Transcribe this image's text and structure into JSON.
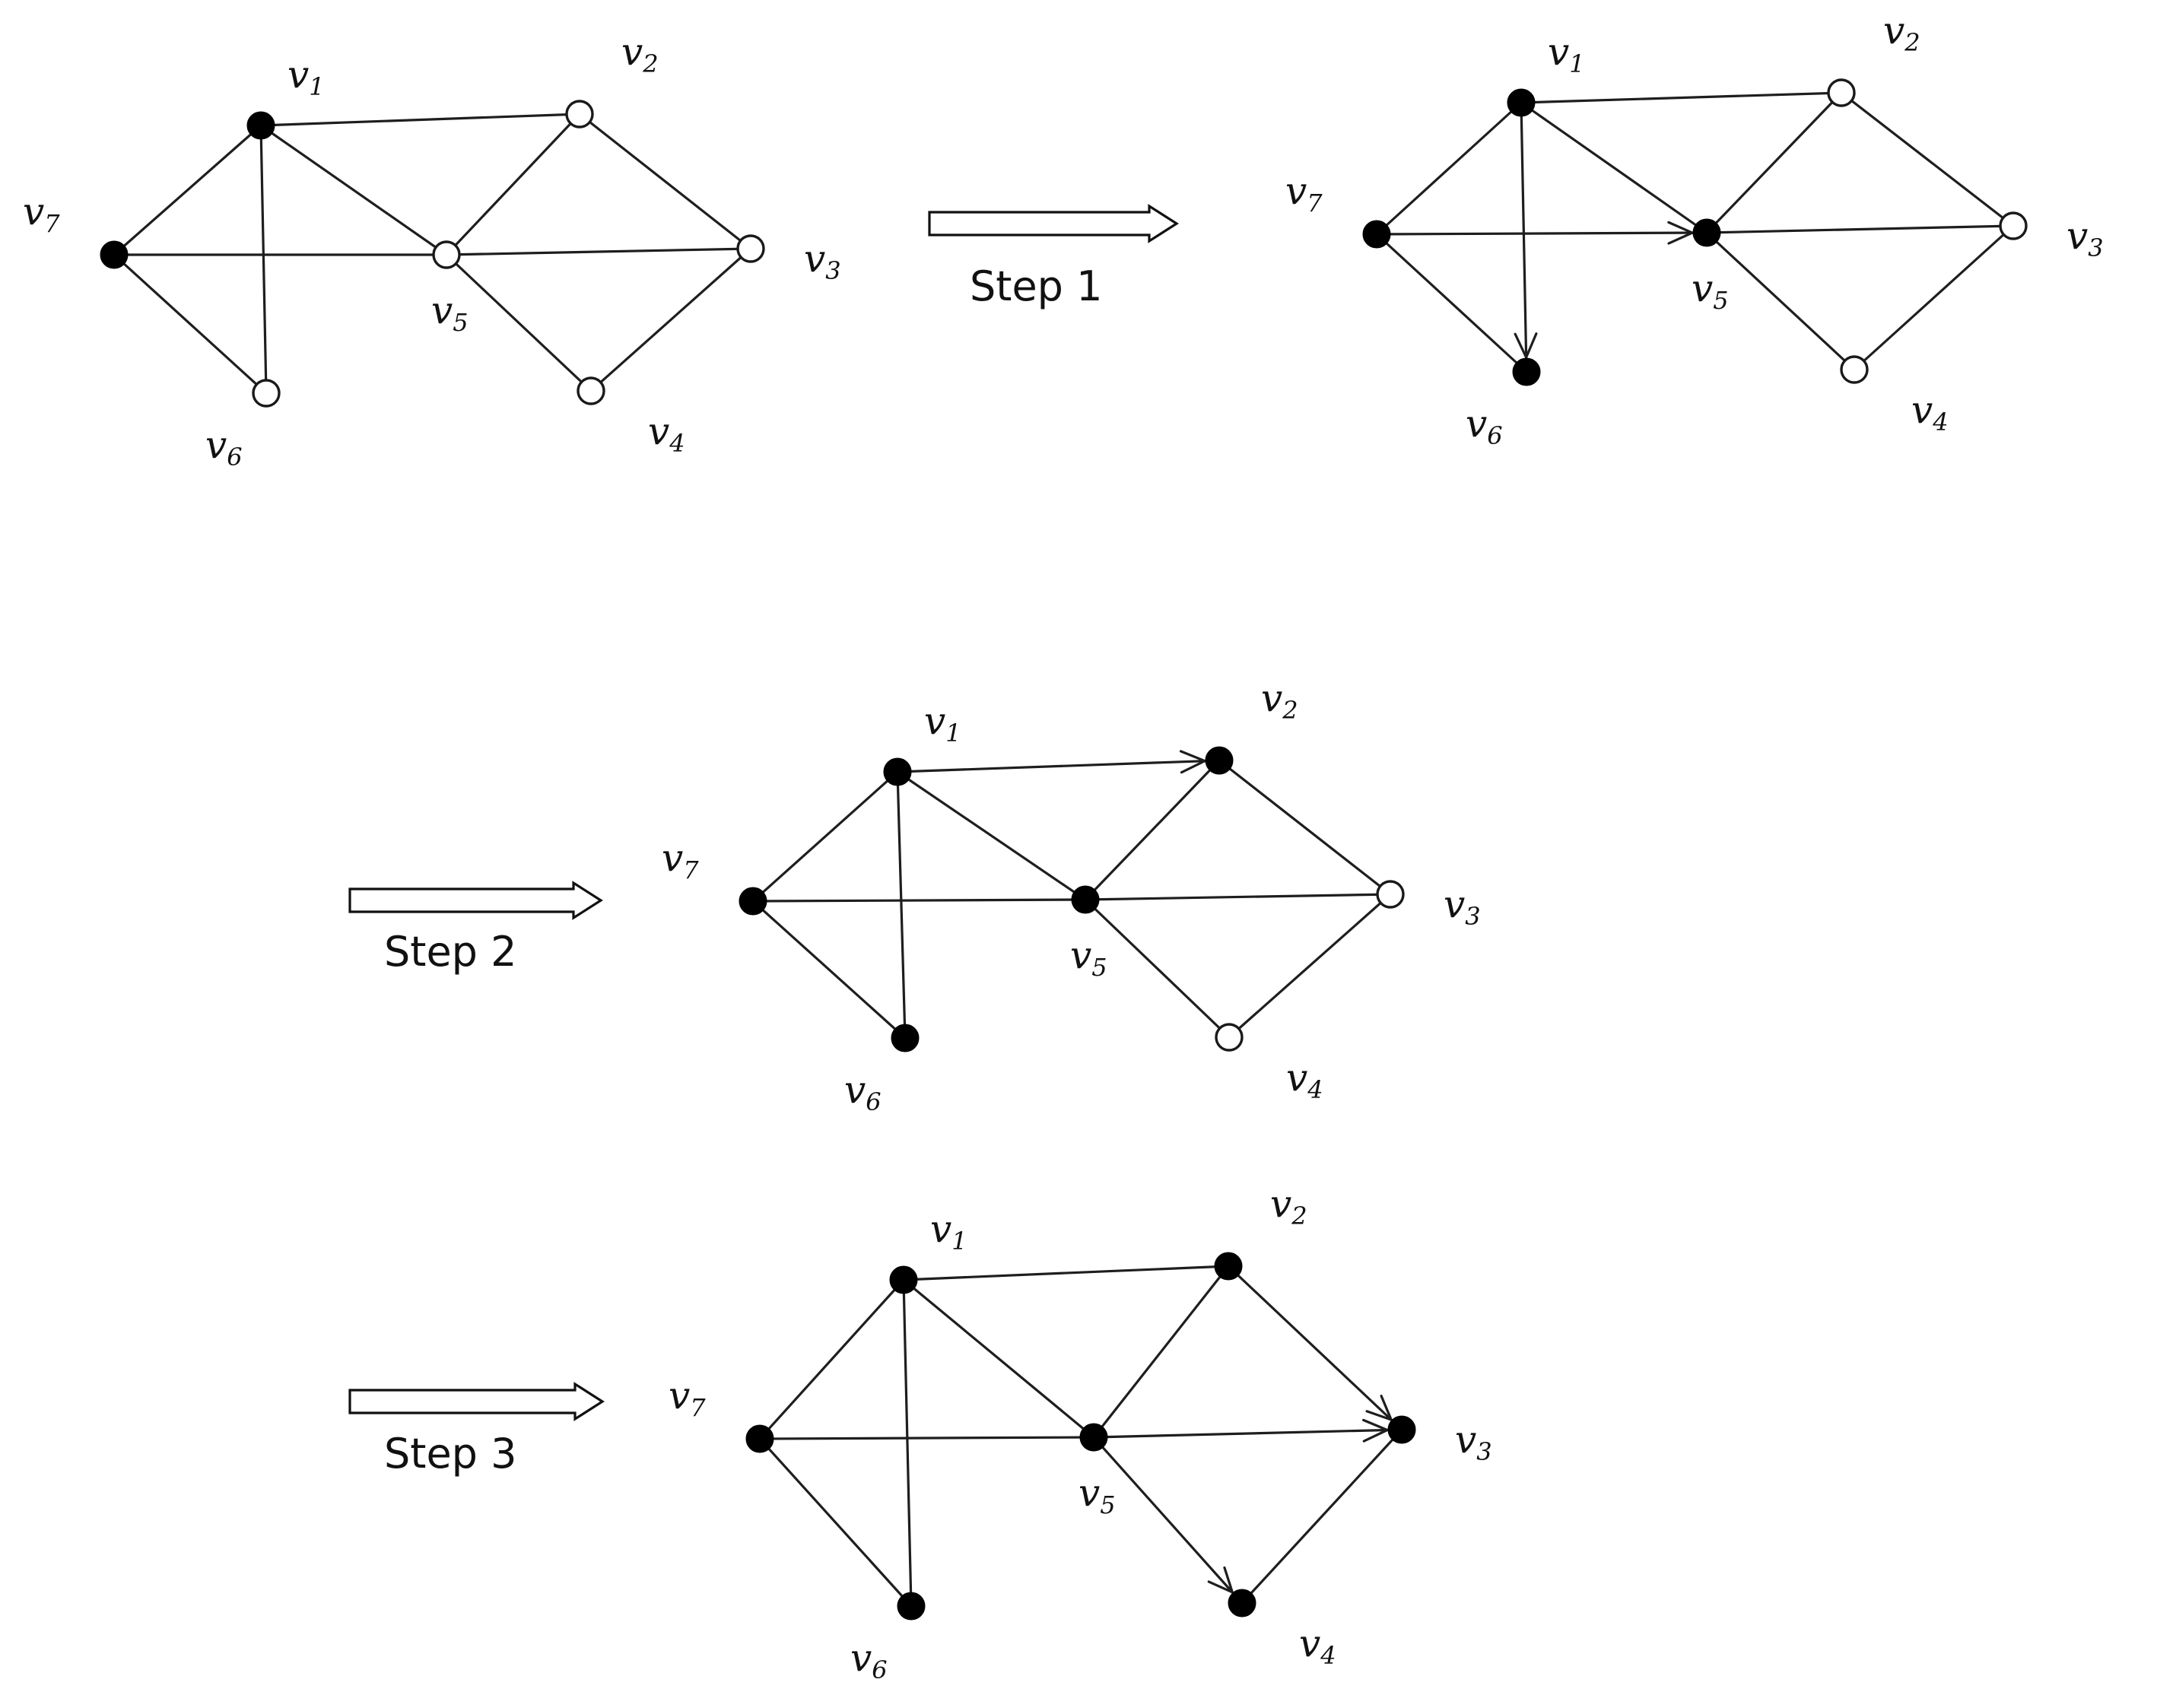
{
  "figure": {
    "vertices": [
      {
        "id": "v1",
        "base": "v",
        "sub": "1"
      },
      {
        "id": "v2",
        "base": "v",
        "sub": "2"
      },
      {
        "id": "v3",
        "base": "v",
        "sub": "3"
      },
      {
        "id": "v4",
        "base": "v",
        "sub": "4"
      },
      {
        "id": "v5",
        "base": "v",
        "sub": "5"
      },
      {
        "id": "v6",
        "base": "v",
        "sub": "6"
      },
      {
        "id": "v7",
        "base": "v",
        "sub": "7"
      }
    ],
    "edges": [
      [
        "v1",
        "v2"
      ],
      [
        "v1",
        "v7"
      ],
      [
        "v1",
        "v6"
      ],
      [
        "v1",
        "v5"
      ],
      [
        "v2",
        "v5"
      ],
      [
        "v2",
        "v3"
      ],
      [
        "v7",
        "v5"
      ],
      [
        "v5",
        "v3"
      ],
      [
        "v7",
        "v6"
      ],
      [
        "v5",
        "v4"
      ],
      [
        "v4",
        "v3"
      ]
    ],
    "panels": [
      {
        "id": "initial",
        "filled": [
          "v1",
          "v7"
        ],
        "directed": []
      },
      {
        "id": "step1",
        "step_label": "Step 1",
        "filled": [
          "v1",
          "v7",
          "v6",
          "v5"
        ],
        "directed": [
          [
            "v1",
            "v6"
          ],
          [
            "v7",
            "v5"
          ]
        ]
      },
      {
        "id": "step2",
        "step_label": "Step 2",
        "filled": [
          "v1",
          "v7",
          "v6",
          "v5",
          "v2"
        ],
        "directed": [
          [
            "v1",
            "v2"
          ]
        ]
      },
      {
        "id": "step3",
        "step_label": "Step 3",
        "filled": [
          "v1",
          "v7",
          "v6",
          "v5",
          "v2",
          "v3",
          "v4"
        ],
        "directed": [
          [
            "v2",
            "v3"
          ],
          [
            "v5",
            "v3"
          ],
          [
            "v5",
            "v4"
          ]
        ]
      }
    ]
  }
}
